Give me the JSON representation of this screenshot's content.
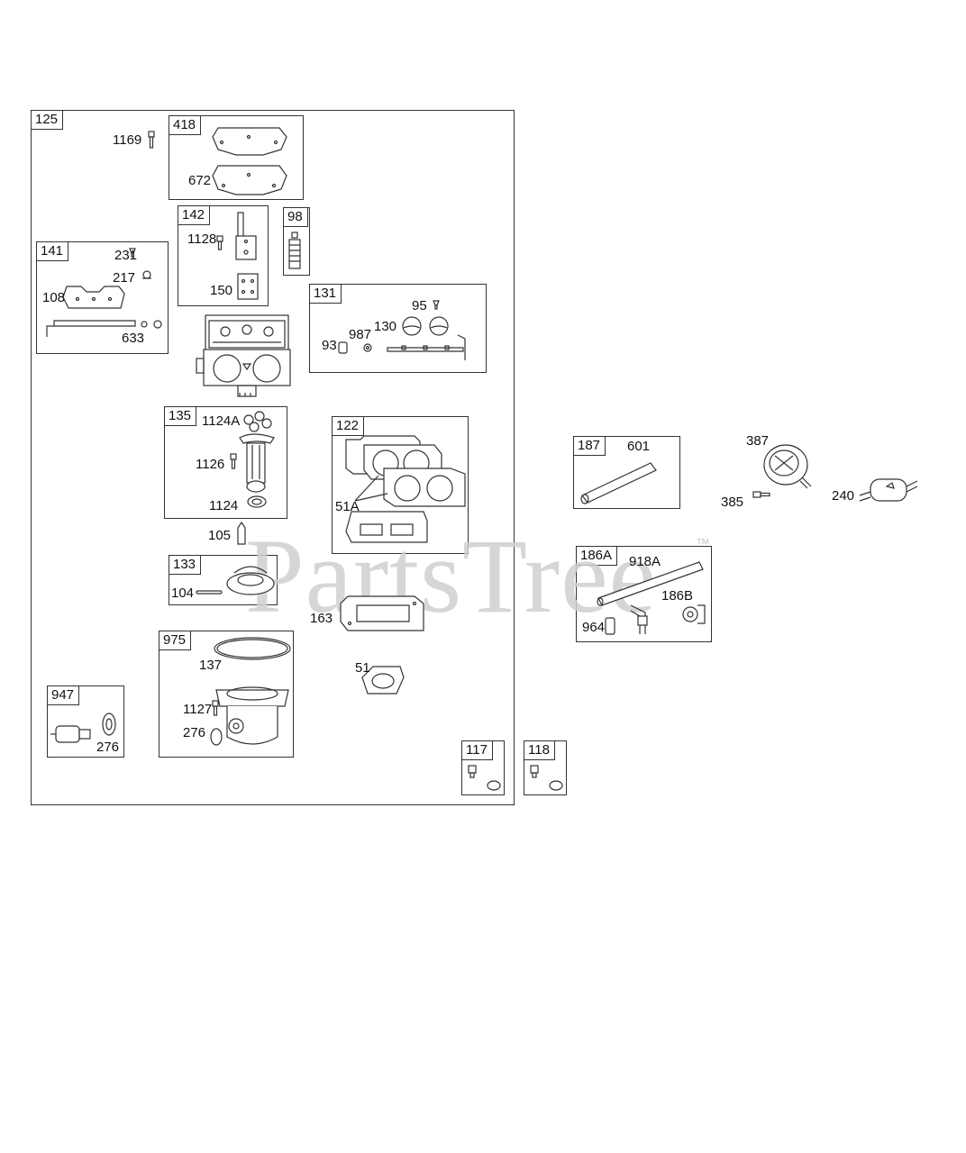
{
  "watermark": {
    "text": "PartsTree",
    "trademark": "™"
  },
  "groups": [
    {
      "id": "g125",
      "tag": "125"
    },
    {
      "id": "g418",
      "tag": "418"
    },
    {
      "id": "g142",
      "tag": "142"
    },
    {
      "id": "g98",
      "tag": "98"
    },
    {
      "id": "g141",
      "tag": "141"
    },
    {
      "id": "g131",
      "tag": "131"
    },
    {
      "id": "g135",
      "tag": "135"
    },
    {
      "id": "g122",
      "tag": "122"
    },
    {
      "id": "g133",
      "tag": "133"
    },
    {
      "id": "g975",
      "tag": "975"
    },
    {
      "id": "g947",
      "tag": "947"
    },
    {
      "id": "g117",
      "tag": "117"
    },
    {
      "id": "g118",
      "tag": "118"
    },
    {
      "id": "g187",
      "tag": "187"
    },
    {
      "id": "g186A",
      "tag": "186A"
    }
  ],
  "labels": {
    "p1169": "1169",
    "p672": "672",
    "p1128": "1128",
    "p150": "150",
    "p231": "231",
    "p217": "217",
    "p108": "108",
    "p633": "633",
    "p95": "95",
    "p987": "987",
    "p130": "130",
    "p93": "93",
    "p1124A": "1124A",
    "p1126": "1126",
    "p1124": "1124",
    "p105": "105",
    "p51A": "51A",
    "p104": "104",
    "p163": "163",
    "p137": "137",
    "p1127": "1127",
    "p276a": "276",
    "p51": "51",
    "p276b": "276",
    "p601": "601",
    "p387": "387",
    "p385": "385",
    "p240": "240",
    "p918A": "918A",
    "p186B": "186B",
    "p964": "964"
  }
}
